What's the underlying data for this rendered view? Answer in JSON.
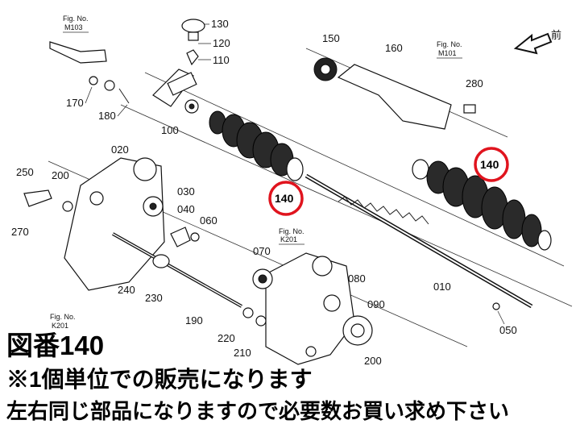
{
  "figure_refs": [
    {
      "label": "Fig. No.",
      "code": "M103"
    },
    {
      "label": "Fig. No.",
      "code": "M101"
    },
    {
      "label": "Fig. No.",
      "code": "K201"
    },
    {
      "label": "Fig. No.",
      "code": "K201"
    }
  ],
  "direction_label": "前",
  "callouts": [
    "130",
    "120",
    "110",
    "150",
    "160",
    "280",
    "170",
    "180",
    "100",
    "140",
    "140",
    "020",
    "030",
    "250",
    "200",
    "040",
    "060",
    "270",
    "070",
    "080",
    "090",
    "240",
    "230",
    "190",
    "220",
    "210",
    "200",
    "010",
    "050"
  ],
  "highlighted_part": "140",
  "notes": {
    "line1": "図番140",
    "line2": "※1個単位での販売になります",
    "line3": "左右同じ部品になりますので必要数お買い求め下さい"
  },
  "colors": {
    "highlight": "#e0141e",
    "ink": "#111111"
  }
}
